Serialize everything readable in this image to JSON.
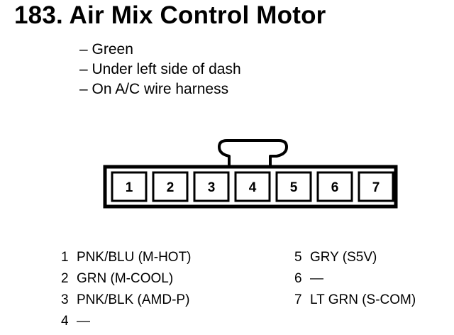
{
  "title": "183. Air Mix Control Motor",
  "notes": [
    "– Green",
    "– Under left side of dash",
    "– On A/C wire harness"
  ],
  "connector": {
    "pins": [
      "1",
      "2",
      "3",
      "4",
      "5",
      "6",
      "7"
    ],
    "key_above_pin": "4"
  },
  "wiring": {
    "left": [
      {
        "num": "1",
        "desc": "PNK/BLU (M-HOT)"
      },
      {
        "num": "2",
        "desc": "GRN (M-COOL)"
      },
      {
        "num": "3",
        "desc": "PNK/BLK (AMD-P)"
      },
      {
        "num": "4",
        "desc": "—"
      }
    ],
    "right": [
      {
        "num": "5",
        "desc": "GRY (S5V)"
      },
      {
        "num": "6",
        "desc": "—"
      },
      {
        "num": "7",
        "desc": "LT GRN (S-COM)"
      }
    ]
  },
  "colors": {
    "ink": "#000000",
    "paper": "#ffffff"
  }
}
